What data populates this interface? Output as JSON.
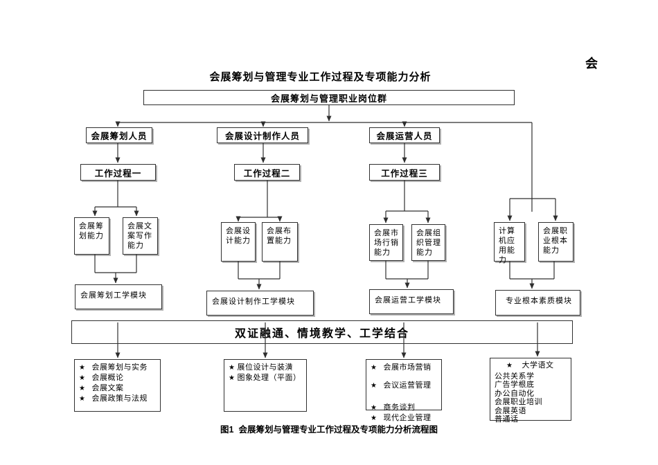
{
  "page": {
    "corner_char": "会",
    "title": "会展筹划与管理专业工作过程及专项能力分析",
    "caption": "图1  会展筹划与管理专业工作过程及专项能力分析流程图"
  },
  "colors": {
    "background": "#ffffff",
    "text": "#000000",
    "line": "#2e2e2e",
    "border": "#2f2f2f"
  },
  "flowchart": {
    "job_group": "会展筹划与管理职业岗位群",
    "roles": [
      "会展筹划人员",
      "会展设计制作人员",
      "会展运营人员"
    ],
    "processes": [
      "工作过程一",
      "工作过程二",
      "工作过程三"
    ],
    "abilities": [
      "会展筹\n划能力",
      "会展文\n案写作\n能力",
      "会展设\n计能力",
      "会展布\n置能力",
      "会展市\n场行销\n能力",
      "会展组\n织管理\n能力",
      "计算\n机应\n用能\n力",
      "会展职\n业根本\n能力"
    ],
    "modules": [
      "会展筹划工学模块",
      "会展设计制作工学模块",
      "会展运营工学模块",
      "专业根本素质模块"
    ],
    "banner": "双证融通、情境教学、工学结合",
    "course_boxes": [
      {
        "items": [
          {
            "bullet": "★",
            "label": "会展筹划与实务"
          },
          {
            "bullet": "★",
            "label": "会展概论"
          },
          {
            "bullet": "★",
            "label": "会展文案"
          },
          {
            "bullet": "★",
            "label": "会展政策与法规"
          }
        ]
      },
      {
        "items": [
          {
            "bullet": "★",
            "label": "展位设计与装潢"
          },
          {
            "bullet": "★",
            "label": "图象处理（平面）"
          }
        ]
      },
      {
        "items": [
          {
            "bullet": "★",
            "label": "会展市场营销"
          },
          {
            "bullet": "★",
            "label": "会议运营管理"
          },
          {
            "bullet": "★",
            "label": "商务谈判"
          },
          {
            "bullet": "★",
            "label": "现代企业管理"
          }
        ]
      },
      {
        "items": [
          {
            "bullet": "★",
            "label": "大学语文"
          },
          {
            "bullet": "",
            "label": "公共关系学"
          },
          {
            "bullet": "",
            "label": "广告学根底"
          },
          {
            "bullet": "",
            "label": "办公自动化"
          },
          {
            "bullet": "",
            "label": "会展职业培训"
          },
          {
            "bullet": "",
            "label": "会展英语"
          },
          {
            "bullet": "",
            "label": "普通话"
          }
        ]
      }
    ]
  }
}
